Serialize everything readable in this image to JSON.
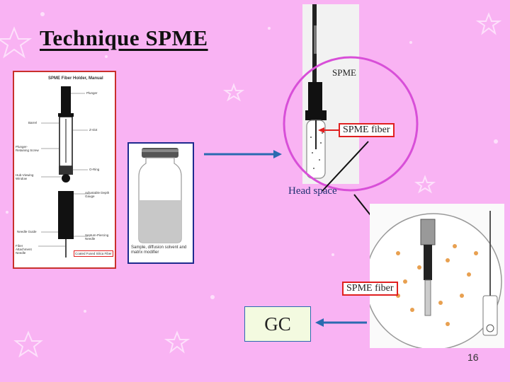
{
  "slide": {
    "title": "Technique  SPME",
    "page_number": "16"
  },
  "holder_diagram": {
    "heading": "SPME Fiber Holder, Manual",
    "labels": [
      "Plunger",
      "Barrel",
      "Z-slot",
      "Plunger-Retaining Screw",
      "Hub-Viewing Window",
      "O-Ring",
      "Adjustable Depth Gauge",
      "Needle Guide",
      "Septum-Piercing Needle",
      "Fiber Attachment Needle",
      "Coated Fused Silica Fiber"
    ]
  },
  "vial_diagram": {
    "caption": "Sample, diffusion solvent and matrix modifier"
  },
  "spme_photo": {
    "label": "SPME",
    "fiber_label": "SPME fiber",
    "headspace_label": "Head space"
  },
  "gc_photo": {
    "fiber_label": "SPME fiber",
    "gc_label": "GC"
  },
  "colors": {
    "background": "#f9b3f3",
    "circle": "#d84fd8",
    "arrow": "#2a6ab0",
    "label_border": "#e02020"
  }
}
